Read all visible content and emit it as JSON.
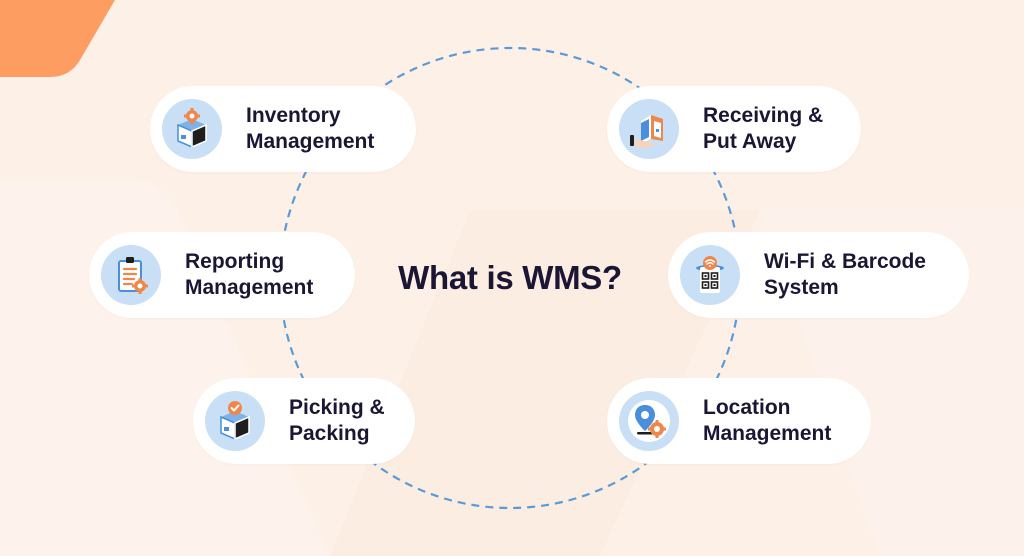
{
  "title": "What is WMS?",
  "colors": {
    "background": "#fdf0e7",
    "corner_accent": "#fd9d62",
    "circle_dash": "#5b9ad9",
    "pill_bg": "#ffffff",
    "icon_bg": "#c9dff5",
    "text": "#1a1633",
    "icon_orange": "#f0874a",
    "icon_blue": "#4a8fdc",
    "icon_dark": "#1e1e1e"
  },
  "features": [
    {
      "id": "inventory",
      "icon": "box-gear-icon",
      "line1": "Inventory",
      "line2": "Management"
    },
    {
      "id": "receiving",
      "icon": "hand-box-icon",
      "line1": "Receiving &",
      "line2": "Put Away"
    },
    {
      "id": "reporting",
      "icon": "clipboard-gear-icon",
      "line1": "Reporting",
      "line2": "Management"
    },
    {
      "id": "wifi-barcode",
      "icon": "wifi-qr-icon",
      "line1": "Wi-Fi & Barcode",
      "line2": "System"
    },
    {
      "id": "picking",
      "icon": "box-check-icon",
      "line1": "Picking &",
      "line2": "Packing"
    },
    {
      "id": "location",
      "icon": "pin-gear-icon",
      "line1": "Location",
      "line2": "Management"
    }
  ]
}
